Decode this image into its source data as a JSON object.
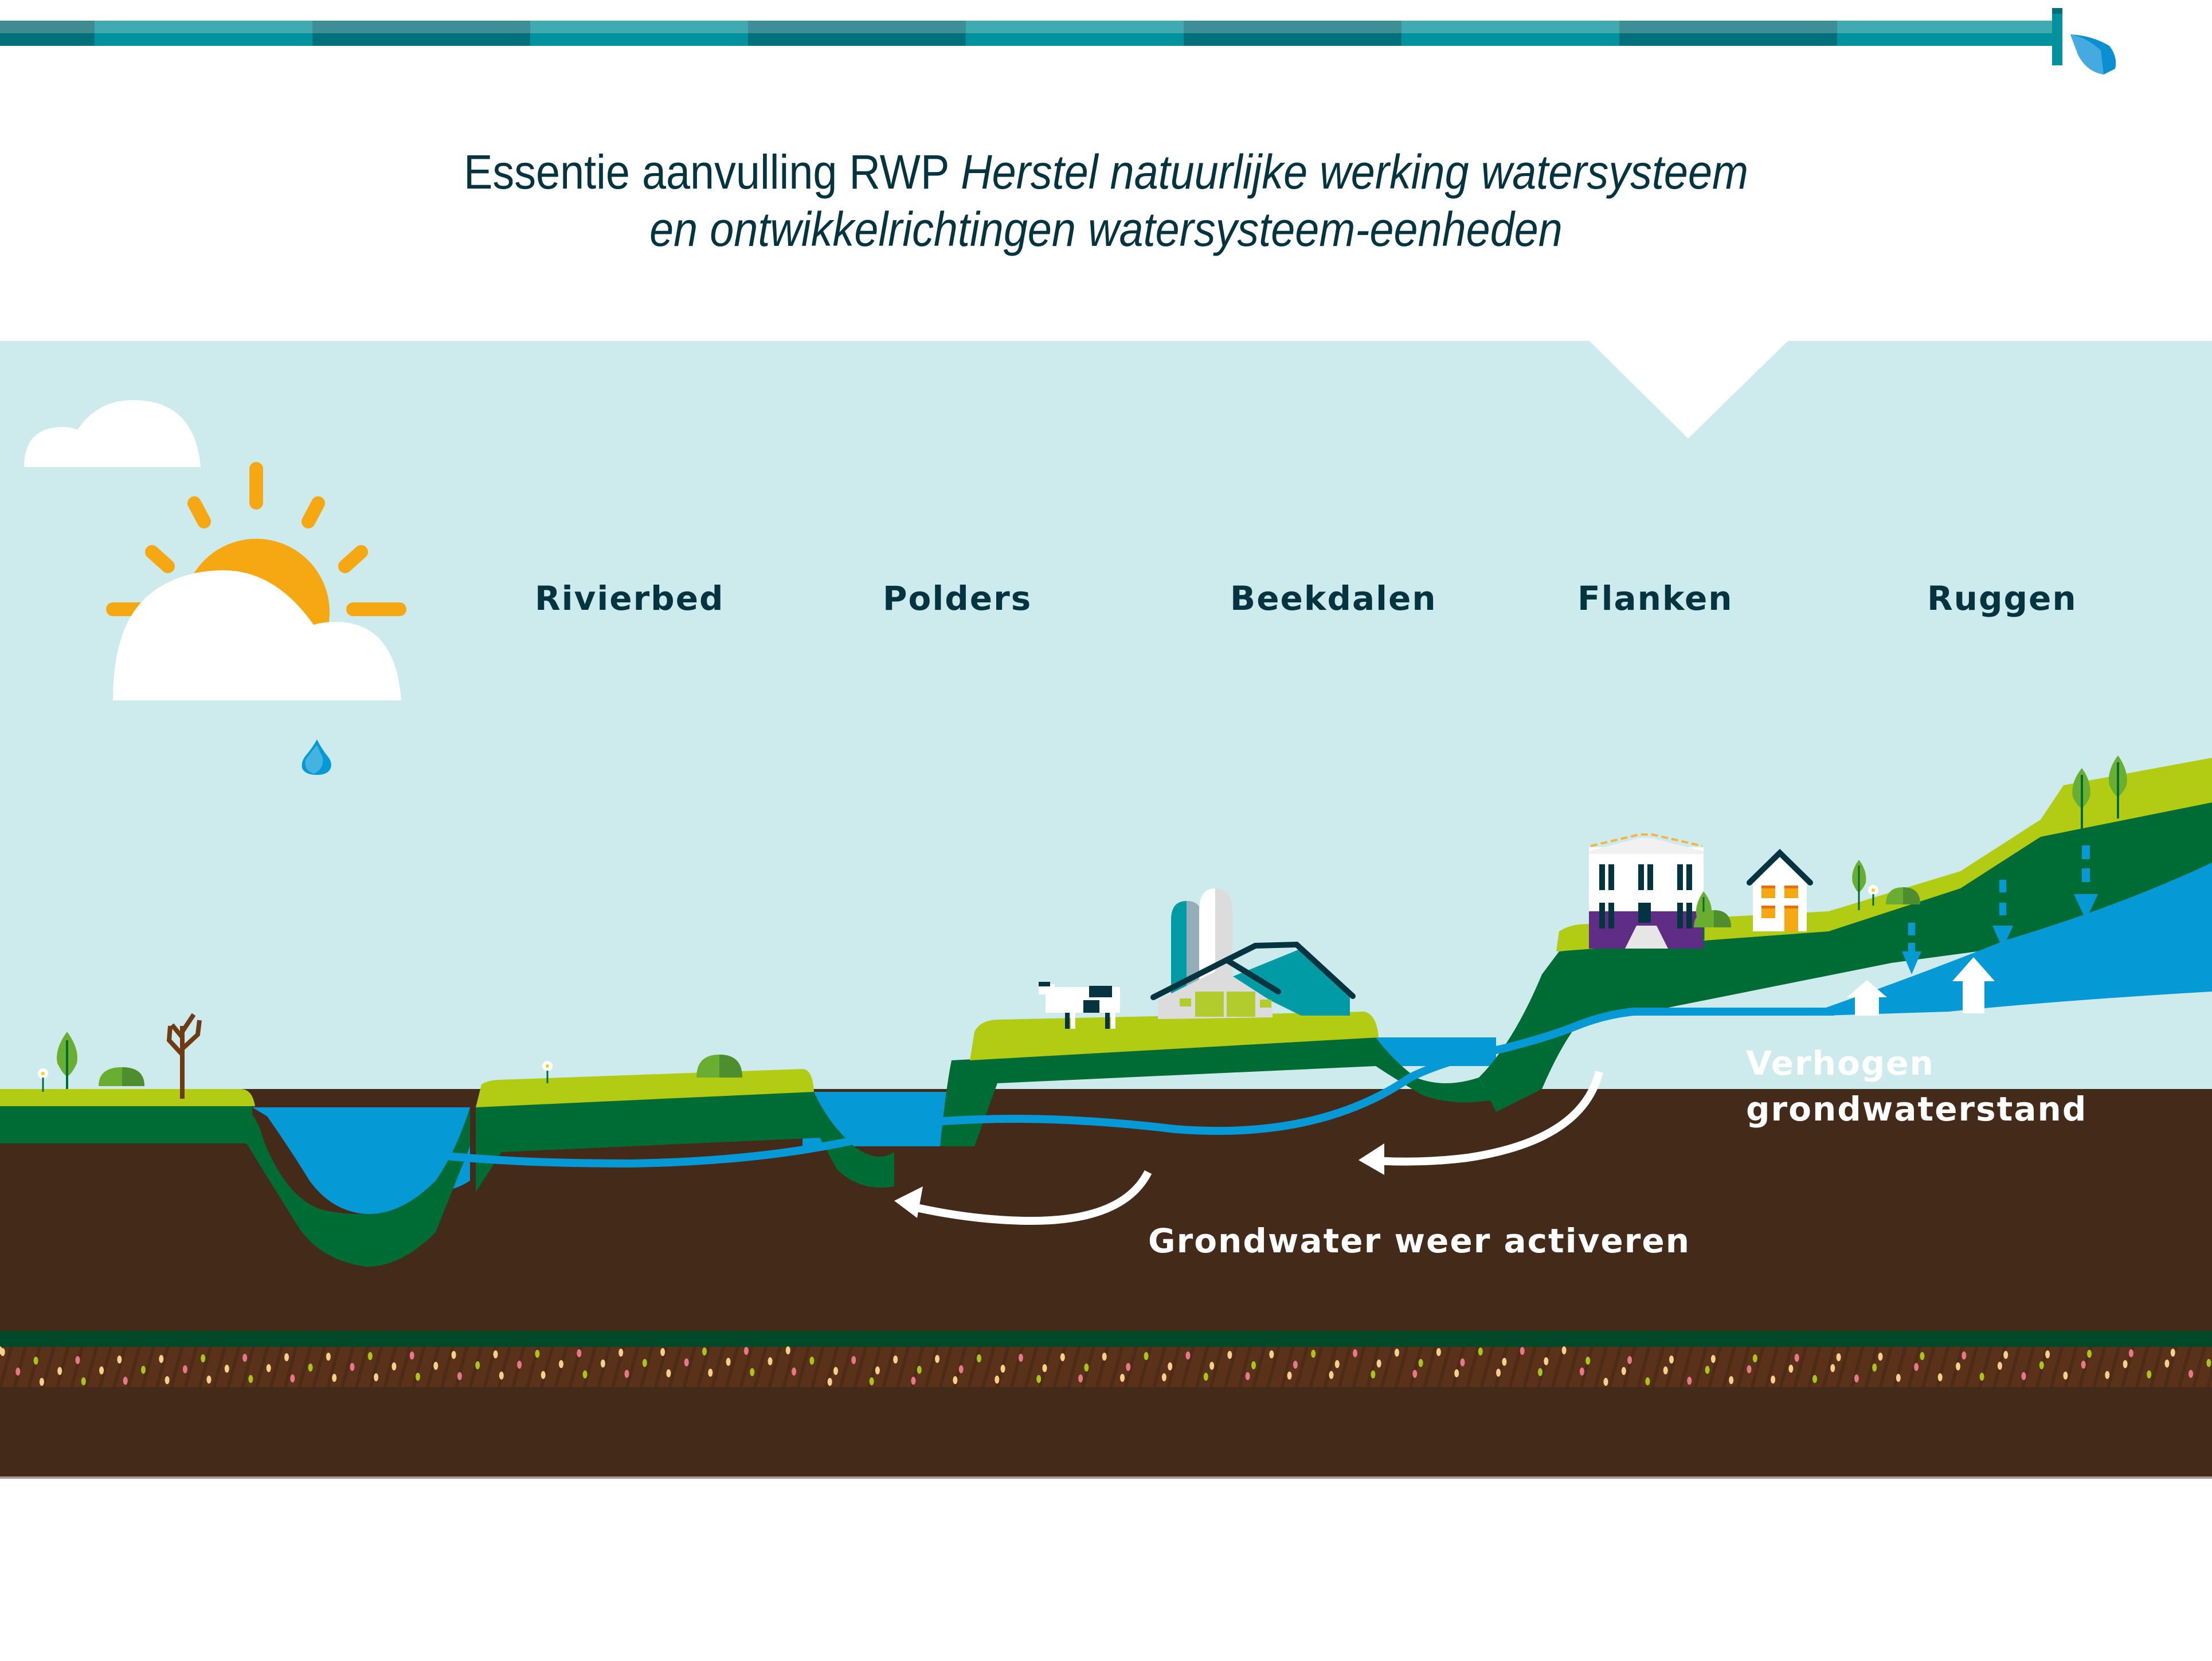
{
  "title": {
    "line1_plain": "Essentie aanvulling RWP ",
    "line1_italic": "Herstel natuurlijke werking watersysteem",
    "line2_italic": "en ontwikkelrichtingen watersysteem-eenheden"
  },
  "zones": [
    {
      "label": "Rivierbed"
    },
    {
      "label": "Polders"
    },
    {
      "label": "Beekdalen"
    },
    {
      "label": "Flanken"
    },
    {
      "label": "Ruggen"
    }
  ],
  "annotations": {
    "raise_groundwater_line1": "Verhogen",
    "raise_groundwater_line2": "grondwaterstand",
    "activate_groundwater": "Grondwater weer activeren"
  },
  "icons": [
    "pipe-icon",
    "water-drop-icon",
    "cloud-icon",
    "sun-icon",
    "rain-drop-icon",
    "tree-icon",
    "bare-tree-icon",
    "bush-icon",
    "flower-icon",
    "cow-icon",
    "farm-barn-icon",
    "silo-icon",
    "apartment-building-icon",
    "house-icon",
    "infiltration-arrow-icon",
    "upward-arrow-icon",
    "flow-arrow-icon"
  ],
  "colors": {
    "sky": "#cdebed",
    "title_text": "#04343f",
    "grass_light": "#b2cc14",
    "grass_dark": "#006c35",
    "soil": "#432a19",
    "water": "#0599d5",
    "sun": "#f5a811",
    "pipe_light": "#3faab0",
    "pipe_dark": "#00707a",
    "pipe_mid": "#00939e",
    "purple": "#5f2d86"
  }
}
